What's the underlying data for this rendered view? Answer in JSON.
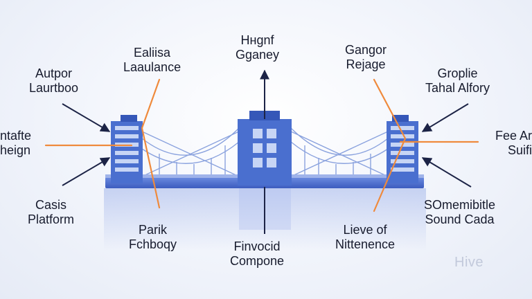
{
  "labels": {
    "top_left_center": [
      "Ealiisa",
      "Laaulance"
    ],
    "top_center": [
      "Hнgnf",
      "Gganey"
    ],
    "top_right_center": [
      "Gangor",
      "Rejage"
    ],
    "upper_left": [
      "Autpor",
      "Laurtboo"
    ],
    "upper_right": [
      "Groplie",
      "Tahal Alfory"
    ],
    "mid_left": [
      "ntafte",
      "heign"
    ],
    "mid_right": [
      "Fee Ar",
      "Suifi"
    ],
    "lower_left": [
      "Casis",
      "Platform"
    ],
    "lower_right": [
      "SOmemibitle",
      "Sound Cada"
    ],
    "bottom_left_center": [
      "Parik",
      "Fchboqy"
    ],
    "bottom_center": [
      "Finvocid",
      "Compone"
    ],
    "bottom_right_center": [
      "Lieve of",
      "Nittenence"
    ]
  },
  "watermark": "Hive",
  "colors": {
    "tower": "#4a6fcf",
    "tower_dark": "#2f4fa8",
    "window": "#c7d5f5",
    "cable": "#7f98d8",
    "orange": "#ef8a3c",
    "arrow": "#1c2346"
  }
}
